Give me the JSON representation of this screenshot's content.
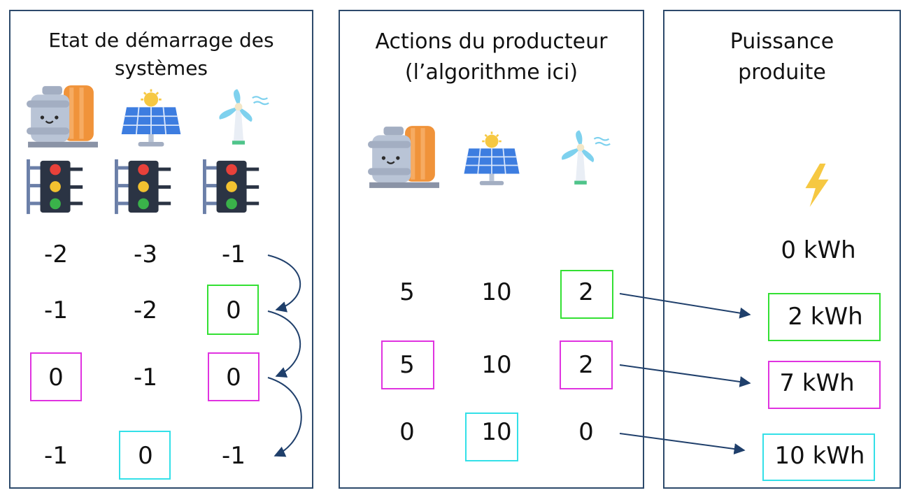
{
  "panels": {
    "start": {
      "title_line1": "Etat de démarrage des",
      "title_line2": "systèmes",
      "rows": [
        [
          "-2",
          "-3",
          "-1"
        ],
        [
          "-1",
          "-2",
          "0"
        ],
        [
          "0",
          "-1",
          "0"
        ],
        [
          "-1",
          "0",
          "-1"
        ]
      ]
    },
    "actions": {
      "title_line1": "Actions du producteur",
      "title_line2": "(l’algorithme ici)",
      "rows": [
        [
          "5",
          "10",
          "2"
        ],
        [
          "5",
          "10",
          "2"
        ],
        [
          "0",
          "10",
          "0"
        ]
      ]
    },
    "power": {
      "title_line1": "Puissance",
      "title_line2": "produite",
      "values": [
        "0 kWh",
        "2 kWh",
        "7 kWh",
        "10 kWh"
      ]
    }
  },
  "icons": {
    "generator": "generator-icon",
    "solar": "solar-panel-icon",
    "wind": "wind-turbine-icon",
    "traffic_light": "traffic-light-icon",
    "lightning": "lightning-icon"
  },
  "colors": {
    "panel_border": "#2d4a6b",
    "green": "#33e033",
    "magenta": "#e033e0",
    "cyan": "#33e0e8",
    "arrow": "#1f3f6b"
  }
}
